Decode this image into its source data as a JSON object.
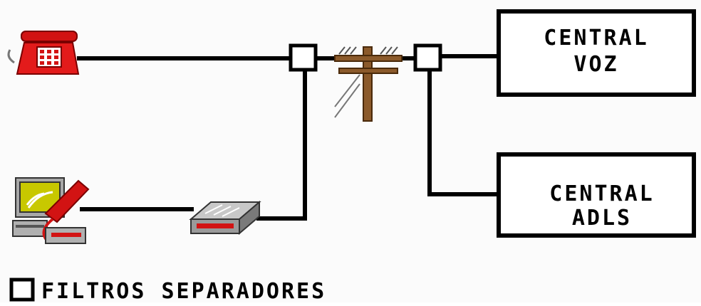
{
  "central_voz": {
    "line1": "CENTRAL",
    "line2": "VOZ"
  },
  "central_adls": {
    "line1": "CENTRAL",
    "line2": "ADLS"
  },
  "legend": {
    "label": "FILTROS SEPARADORES"
  },
  "colors": {
    "line": "#000000",
    "phone_red": "#e31b1b",
    "pole_brown": "#8b5a2b",
    "screen_yellow": "#c8c800",
    "modem_gray": "#9a9a9a"
  },
  "icons": [
    "telephone-icon",
    "computer-with-phone-icon",
    "modem-icon",
    "utility-pole-icon"
  ]
}
